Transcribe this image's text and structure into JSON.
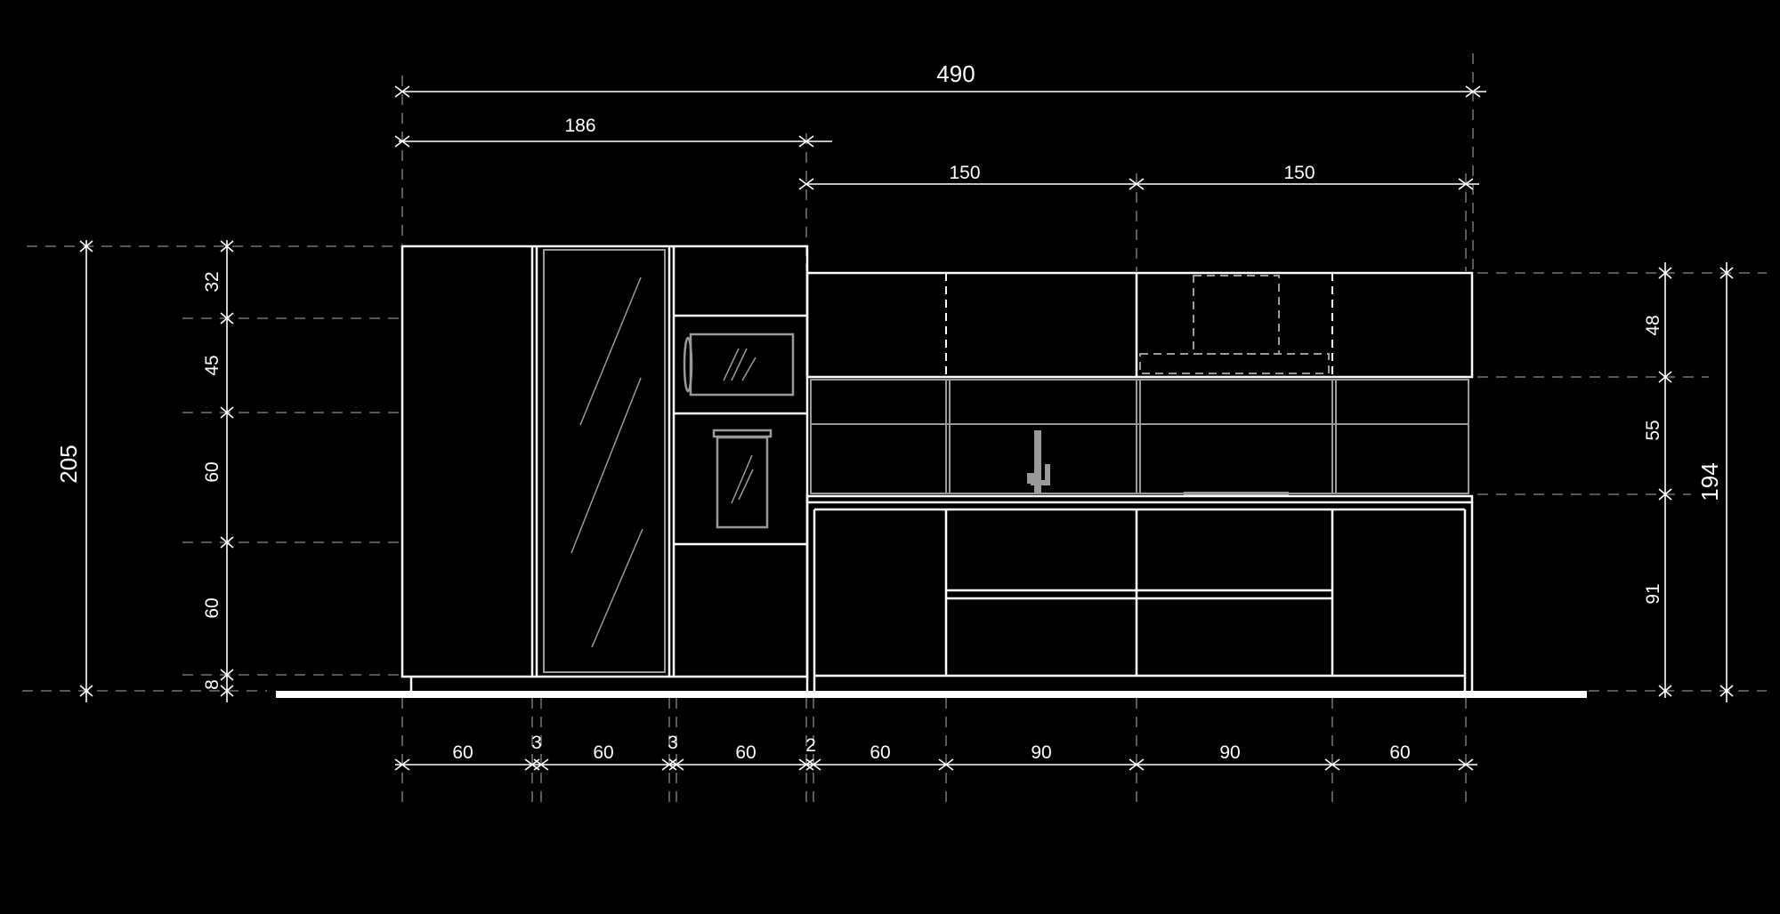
{
  "colors": {
    "background": "#000000",
    "line": "#ffffff",
    "fixture": "#9a9a9a",
    "guide": "#8a8a8a"
  },
  "dimensions": {
    "overall_width": "490",
    "tall_unit_width": "186",
    "wall_unit_left": "150",
    "wall_unit_right": "150",
    "tall_height": "205",
    "wall_height": "194",
    "left_heights": [
      "32",
      "45",
      "60",
      "60",
      "8"
    ],
    "right_heights": [
      "48",
      "55",
      "91"
    ],
    "bottom_widths": [
      "60",
      "3",
      "60",
      "3",
      "60",
      "2",
      "60",
      "90",
      "90",
      "60"
    ]
  }
}
